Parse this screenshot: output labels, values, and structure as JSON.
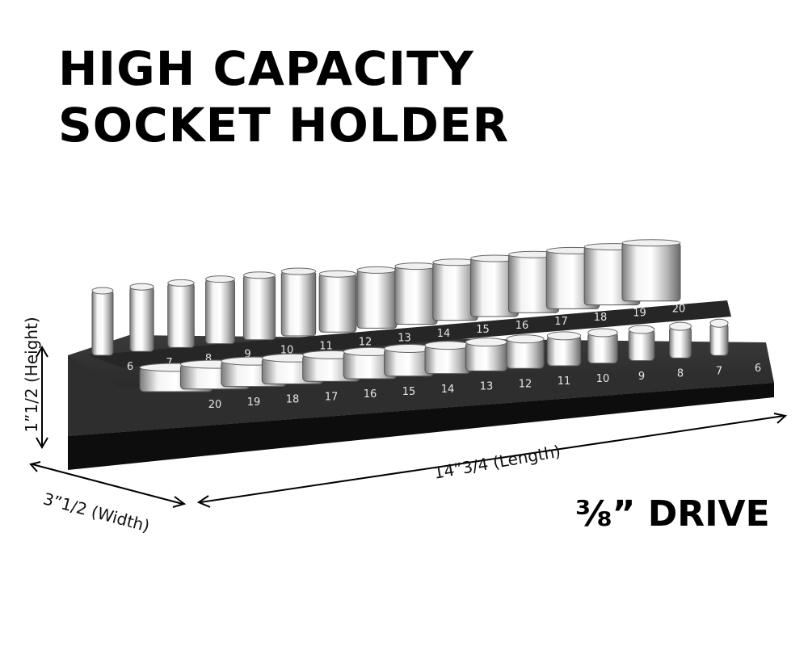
{
  "headline": {
    "line1": "HIGH CAPACITY",
    "line2": "SOCKET HOLDER"
  },
  "drive_label": "⅜” DRIVE",
  "dimensions": {
    "height": "1”1/2 (Height)",
    "width": "3”1/2 (Width)",
    "length": "14”3/4 (Length)"
  },
  "back_row_sizes": [
    "6",
    "7",
    "8",
    "9",
    "10",
    "11",
    "12",
    "13",
    "14",
    "15",
    "16",
    "17",
    "18",
    "19",
    "20"
  ],
  "front_row_sizes": [
    "20",
    "19",
    "18",
    "17",
    "16",
    "15",
    "14",
    "13",
    "12",
    "11",
    "10",
    "9",
    "8",
    "7",
    "6"
  ],
  "colors": {
    "holder": "#2b2b2b",
    "holder_base": "#0d0d0d",
    "chrome": "#d9d9d9",
    "text": "#000000"
  }
}
